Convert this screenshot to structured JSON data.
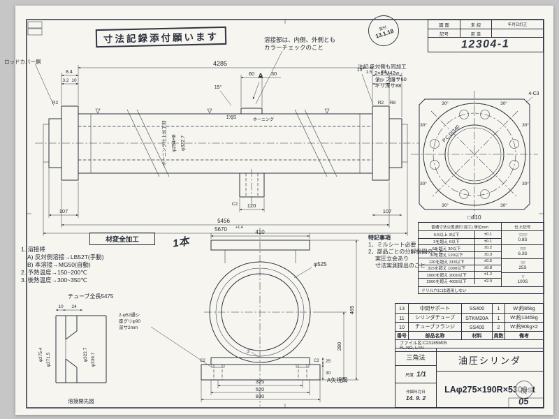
{
  "stamp_box": {
    "text": "寸法記録添付願います"
  },
  "date_stamp": {
    "line1": "受付",
    "line2": "13.1.18"
  },
  "drawing_no_block": {
    "h_left": "図 面",
    "h_mid": "未 控",
    "h_right": "年月日訂正",
    "r2_left": "記号",
    "r2_mid": "尼 幸",
    "number": "12304-1"
  },
  "weld_note": {
    "line1": "溶接部は、内側、外側とも",
    "line2": "カラーチェックのこと"
  },
  "flange_note": {
    "line1": "注記:反対側も同加工",
    "line2": "2×8-M42w",
    "line3": "タップ深サ60",
    "line4": "キリ深サ88"
  },
  "labels": {
    "rod_cover": "ロッドカバー側",
    "tube_length": "チューブ全長5475",
    "view_a": "A矢視図",
    "groove": "溶接開先図",
    "honing": "ホーニング",
    "honing_area": "ホーニング仕上加工部",
    "quantity": "1本",
    "sq410": "□410",
    "pcd": "P.C.D.340",
    "corner": "4-C3",
    "ang30": "30°"
  },
  "hole_note": {
    "line1": "2-φ52通シ",
    "line2": "座グリφ90",
    "line3": "深サ2mm"
  },
  "welding_block": {
    "title": "材変全加工",
    "l1": "1. 溶接棒",
    "l2": "A) 反対側溶接→LB52T(手動)",
    "l3": "B) 本溶接→MG50(自動)",
    "l4": "2. 予熱温度→150~200℃",
    "l5": "3. 後熱温度→300~350℃"
  },
  "special_notes": {
    "title": "特記事項",
    "l1": "1、ミルシート必要",
    "l2": "2、部品ごとの分解組図のこと",
    "l3": "実圧立会あり",
    "l4": "寸法実測提出のこと"
  },
  "dims": {
    "d4285": "4285",
    "d60": "60",
    "d30": "30",
    "d84": "8.4",
    "d32": "3.2",
    "d10l": "10",
    "r2l": "R2",
    "d15": "1.5",
    "d24": "24",
    "d10r": "10",
    "d33": "3.3",
    "r2r": "R2",
    "r8": "R8",
    "a15l": "15°",
    "a15r": "15°",
    "secA": "A",
    "finish": "1.6S",
    "phi254": "φ254H8",
    "phi3227": "φ322.7",
    "d107l": "107",
    "c2": "C2",
    "d120": "120",
    "d5456": "5456",
    "d5670": "5670",
    "tol5670": "+1.4",
    "d107r": "107",
    "d410": "410",
    "phi525": "φ525",
    "d465": "465",
    "d280": "280",
    "d25": "25",
    "d30b": "30",
    "d3": "3",
    "d325": "325",
    "d520": "520",
    "d830": "830",
    "c2a": "C2",
    "c2b": "C2",
    "g10": "10",
    "g24": "24",
    "phi2754": "φ275.4",
    "phi2715": "φ271.5",
    "phi3227b": "φ322.7",
    "phi3397": "φ339.7"
  },
  "tolerance_table": {
    "title": "普通寸法公差(削り加工) 単位mm",
    "finish_header": "仕上記号",
    "rows": [
      {
        "range": "0.5以上 3以下",
        "tol": "±0.1"
      },
      {
        "range": "3を超え 6以下",
        "tol": "±0.1"
      },
      {
        "range": "6を超え 30以下",
        "tol": "±0.2"
      },
      {
        "range": "30を超え 120以下",
        "tol": "±0.3"
      },
      {
        "range": "120を超え 315以下",
        "tol": "±0.5"
      },
      {
        "range": "315を超え 1000以下",
        "tol": "±0.8"
      },
      {
        "range": "1000を超え 2000以下",
        "tol": "±1.2"
      },
      {
        "range": "2000を超え 4000以下",
        "tol": "±2.0"
      }
    ],
    "finish_rows": [
      {
        "mark": "▽▽▽▽",
        "value": "0.8S"
      },
      {
        "mark": "▽▽▽",
        "value": "6.3S"
      },
      {
        "mark": "▽▽",
        "value": "25S"
      },
      {
        "mark": "▽",
        "value": "100S"
      }
    ],
    "note": "ドリル穴には適用しない"
  },
  "parts_table": {
    "headers": [
      "番号",
      "部品名称",
      "材料",
      "員数",
      "備考"
    ],
    "rows": [
      {
        "no": "13",
        "name": "中間サポート",
        "material": "SS400",
        "qty": "1",
        "remark": "W:約85kg"
      },
      {
        "no": "11",
        "name": "シリンダチューブ",
        "material": "STKM20A",
        "qty": "1",
        "remark": "W:約1345kg"
      },
      {
        "no": "10",
        "name": "チューブフランジ",
        "material": "SS400",
        "qty": "2",
        "remark": "W:約90kg×2"
      }
    ],
    "file_line1": "ファイル名:C23185M05",
    "file_line2": "FL.NO, LAN"
  },
  "title_block": {
    "projection": "三角法",
    "scale_label": "尺度",
    "scale": "1/1",
    "date_label": "作図年月日",
    "date": "14. 9. 2",
    "title": "油圧シリンダ",
    "spec": "LAφ275×190R×5300st",
    "stamp": "検",
    "sheet_no": "05"
  }
}
